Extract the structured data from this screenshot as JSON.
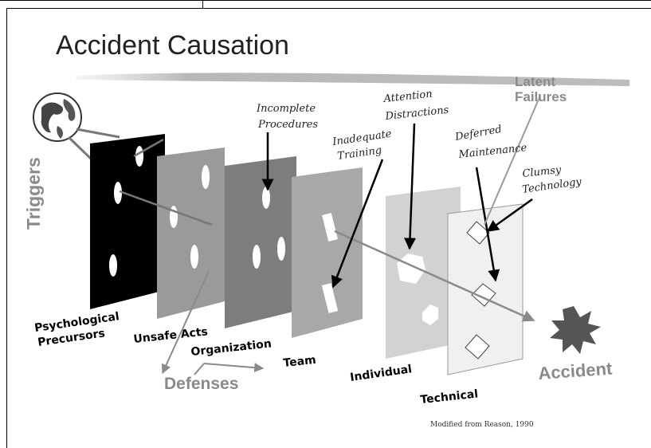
{
  "title": "Accident Causation",
  "credit": "Modified from Reason, 1990",
  "labels": {
    "latent": [
      "Latent",
      "Failures"
    ],
    "triggers": "Triggers",
    "psych": [
      "Psychological",
      "Precursors"
    ],
    "unsafe": "Unsafe Acts",
    "organization": "Organization",
    "team": "Team",
    "individual": "Individual",
    "technical": "Technical",
    "defenses": "Defenses",
    "accident": "Accident"
  },
  "annotations": {
    "incomplete": [
      "Incomplete",
      "Procedures"
    ],
    "training": [
      "Inadequate",
      "Training"
    ],
    "attention": [
      "Attention",
      "Distractions"
    ],
    "deferred": [
      "Deferred",
      "Maintenance"
    ],
    "clumsy": [
      "Clumsy",
      "Technology"
    ]
  },
  "colors": {
    "psych_panel": "#000000",
    "unsafe_panel": "#9a9a9a",
    "org_panel": "#7d7d7d",
    "team_panel": "#a8a8a8",
    "individual_panel": "#d2d2d2",
    "technical_panel": "#f0f0f0",
    "accent_grey": "#8a8a8a"
  }
}
